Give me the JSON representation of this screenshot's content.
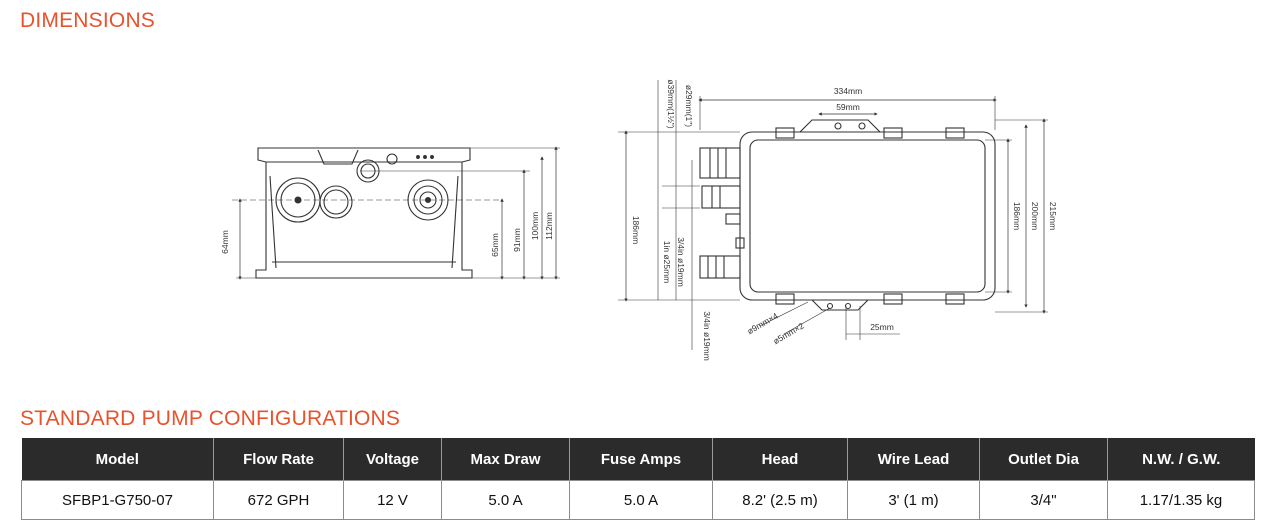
{
  "dimensions": {
    "title": "DIMENSIONS",
    "side_view": {
      "labels": [
        "64mm",
        "65mm",
        "91mm",
        "100mm",
        "112mm"
      ]
    },
    "top_view": {
      "labels": [
        "334mm",
        "59mm",
        "ø29mm(1\")",
        "ø39mm(1½\")",
        "186mm",
        "3/4in ø19mm",
        "1in ø25mm",
        "3/4in ø19mm",
        "ø9mm×4",
        "ø5mm×2",
        "25mm",
        "186mm",
        "200mm",
        "215mm"
      ]
    }
  },
  "configurations": {
    "title": "STANDARD PUMP CONFIGURATIONS",
    "headers": [
      "Model",
      "Flow Rate",
      "Voltage",
      "Max Draw",
      "Fuse Amps",
      "Head",
      "Wire Lead",
      "Outlet Dia",
      "N.W. / G.W."
    ],
    "rows": [
      [
        "SFBP1-G750-07",
        "672 GPH",
        "12 V",
        "5.0 A",
        "5.0 A",
        "8.2' (2.5 m)",
        "3' (1 m)",
        "3/4\"",
        "1.17/1.35 kg"
      ]
    ]
  }
}
